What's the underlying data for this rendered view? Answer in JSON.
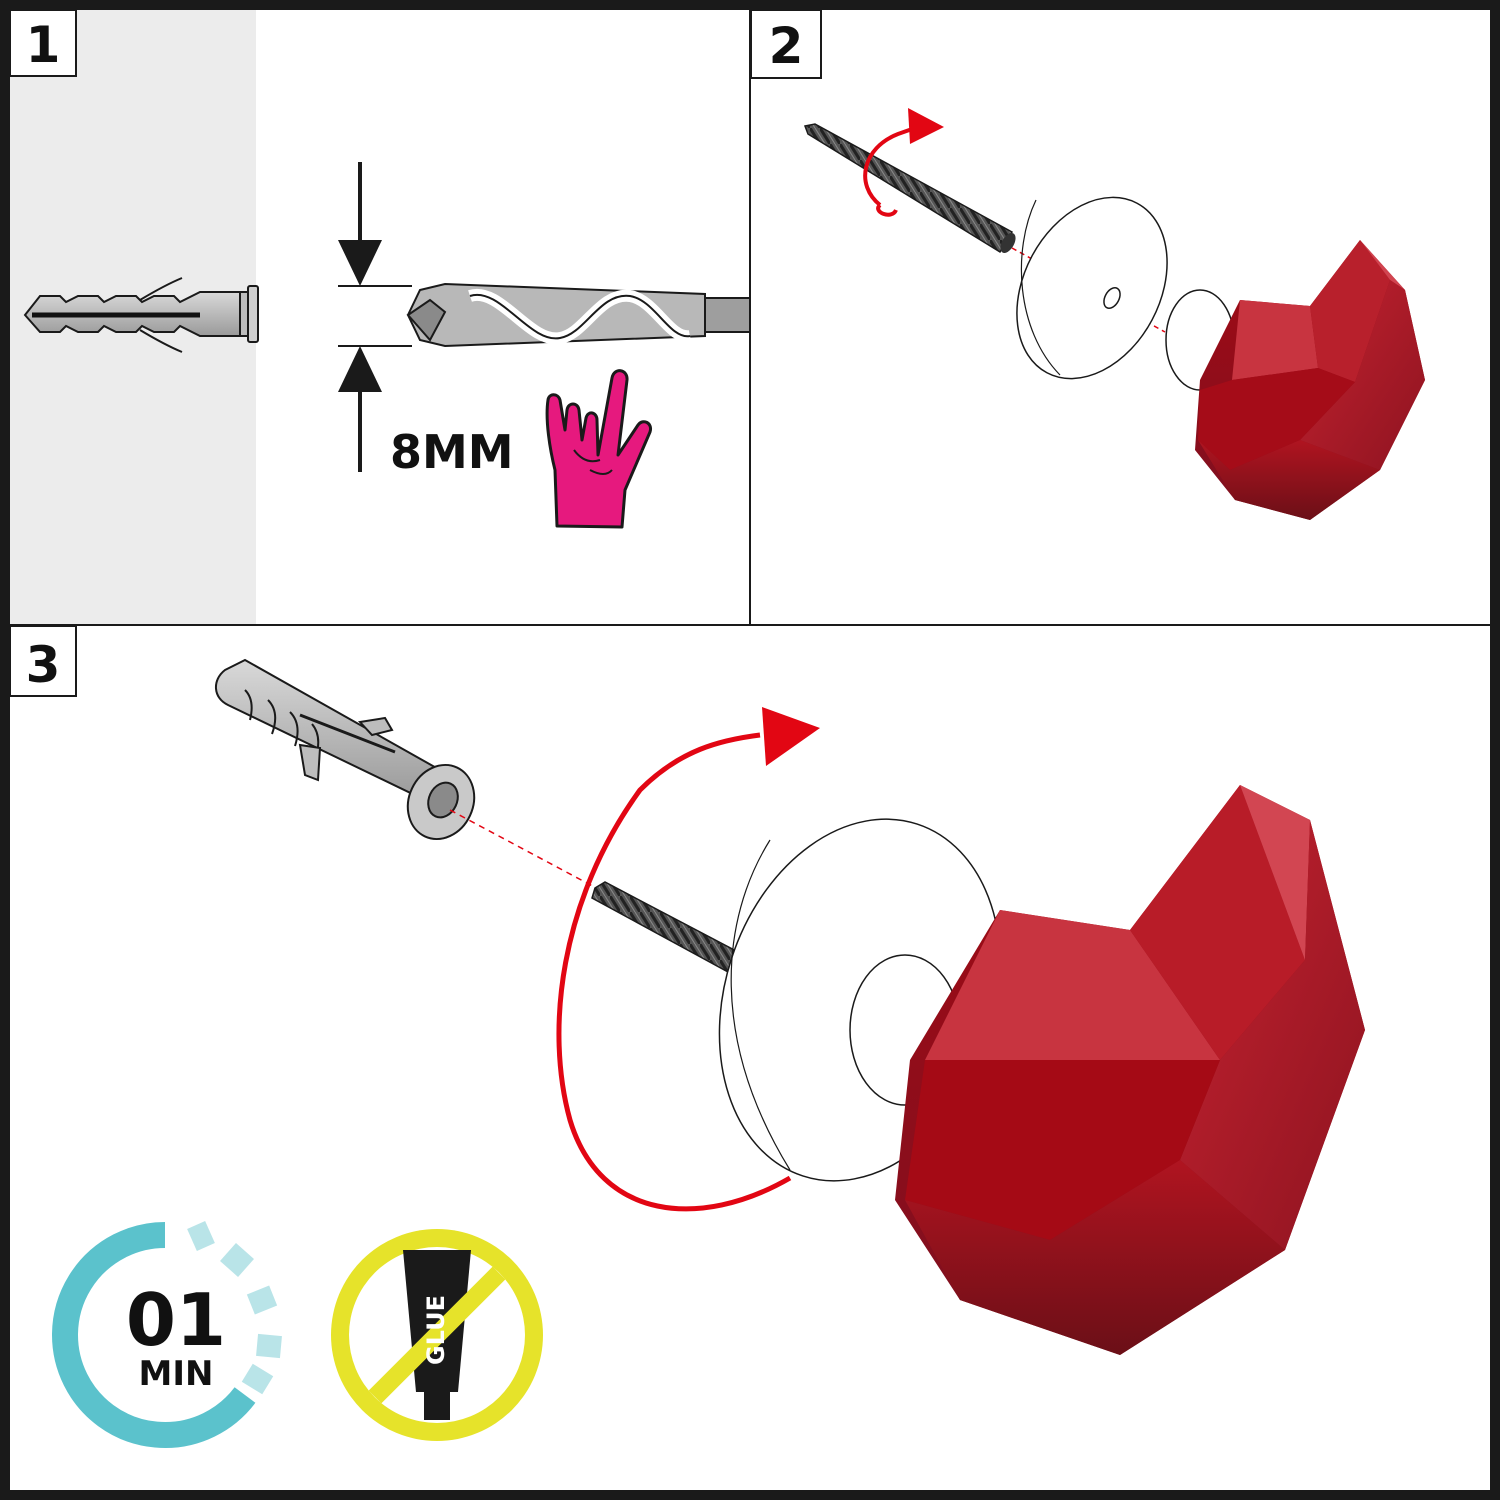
{
  "steps": [
    {
      "number": "1"
    },
    {
      "number": "2"
    },
    {
      "number": "3"
    }
  ],
  "drill": {
    "diameter_label": "8MM"
  },
  "timer": {
    "value": "01",
    "unit": "MIN"
  },
  "glue": {
    "tube_label": "GLUE",
    "meaning": "no-glue"
  },
  "icons": {
    "hand": "rock-hand-icon",
    "timer": "timer-icon",
    "no_glue": "no-glue-icon",
    "rotate": "rotate-arrow-icon"
  },
  "colors": {
    "knob_red": "#b3121d",
    "arrow_red": "#e20613",
    "hand_pink": "#e6197e",
    "timer_teal": "#5bc2cc",
    "timer_light": "#b9e4e8",
    "glue_yellow": "#e6e32a",
    "wall_gray": "#ececec"
  }
}
